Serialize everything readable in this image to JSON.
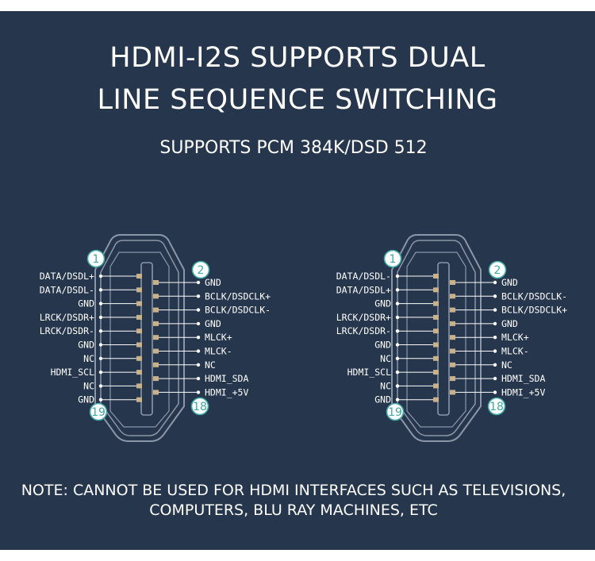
{
  "title_line1": "HDMI-I2S SUPPORTS DUAL",
  "title_line2": "LINE SEQUENCE SWITCHING",
  "subtitle": "SUPPORTS PCM 384K/DSD 512",
  "note_line1": "NOTE: CANNOT BE USED FOR HDMI INTERFACES SUCH AS TELEVISIONS,",
  "note_line2": "COMPUTERS, BLU RAY MACHINES, ETC",
  "colors": {
    "background": "#26364c",
    "text": "#ffffff",
    "badge": "#3fa7a4",
    "connector": "#8a97a8",
    "pin": "#c9b28a"
  },
  "connectors": [
    {
      "left_labels": [
        "DATA/DSDL+",
        "DATA/DSDL-",
        "GND",
        "LRCK/DSDR+",
        "LRCK/DSDR-",
        "GND",
        "NC",
        "HDMI_SCL",
        "NC",
        "GND"
      ],
      "right_labels": [
        "GND",
        "BCLK/DSDCLK+",
        "BCLK/DSDCLK-",
        "GND",
        "MLCK+",
        "MLCK-",
        "NC",
        "HDMI_SDA",
        "HDMI_+5V"
      ],
      "badges": {
        "top_left": "1",
        "top_right": "2",
        "bottom_left": "19",
        "bottom_right": "18"
      }
    },
    {
      "left_labels": [
        "DATA/DSDL-",
        "DATA/DSDL+",
        "GND",
        "LRCK/DSDR+",
        "LRCK/DSDR-",
        "GND",
        "NC",
        "HDMI_SCL",
        "NC",
        "GND"
      ],
      "right_labels": [
        "GND",
        "BCLK/DSDCLK-",
        "BCLK/DSDCLK+",
        "GND",
        "MLCK+",
        "MLCK-",
        "NC",
        "HDMI_SDA",
        "HDMI_+5V"
      ],
      "badges": {
        "top_left": "1",
        "top_right": "2",
        "bottom_left": "19",
        "bottom_right": "18"
      }
    }
  ]
}
